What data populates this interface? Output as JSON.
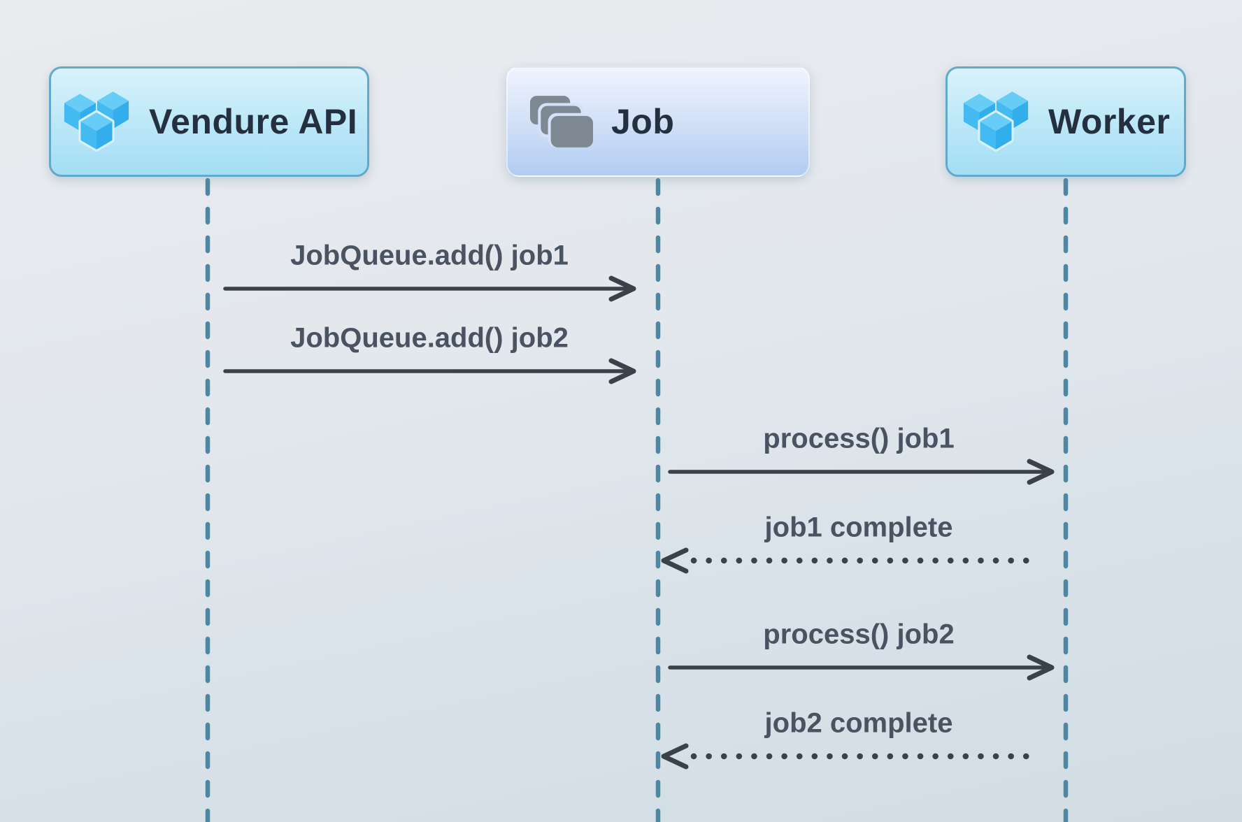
{
  "diagram": {
    "participants": [
      {
        "label": "Vendure API",
        "icon": "vendure-cubes-logo"
      },
      {
        "label": "Job",
        "icon": "stacked-cards"
      },
      {
        "label": "Worker",
        "icon": "vendure-cubes-logo"
      }
    ],
    "messages": [
      {
        "label": "JobQueue.add() job1",
        "from": "Vendure API",
        "to": "Job",
        "line": "solid",
        "direction": "right"
      },
      {
        "label": "JobQueue.add() job2",
        "from": "Vendure API",
        "to": "Job",
        "line": "solid",
        "direction": "right"
      },
      {
        "label": "process() job1",
        "from": "Job",
        "to": "Worker",
        "line": "solid",
        "direction": "right"
      },
      {
        "label": "job1 complete",
        "from": "Worker",
        "to": "Job",
        "line": "dotted",
        "direction": "left"
      },
      {
        "label": "process() job2",
        "from": "Job",
        "to": "Worker",
        "line": "solid",
        "direction": "right"
      },
      {
        "label": "job2 complete",
        "from": "Worker",
        "to": "Job",
        "line": "dotted",
        "direction": "left"
      }
    ],
    "colors": {
      "background_top": "#eaebee",
      "background_bottom": "#d1dce3",
      "cyan_box_top": "#d9f3fc",
      "cyan_box_bottom": "#a3ddf4",
      "cyan_box_border": "#62a9cb",
      "blue_box_top": "#eff4fe",
      "blue_box_bottom": "#b1ccf1",
      "title_text": "#242f3f",
      "message_text": "#4a5362",
      "arrow": "#3a4149",
      "lifeline": "#4e87a1",
      "logo_blue_top": "#68cdf6",
      "logo_blue_left": "#44baf2",
      "logo_blue_right": "#33aeec",
      "job_icon_gray": "#7e8893"
    }
  }
}
